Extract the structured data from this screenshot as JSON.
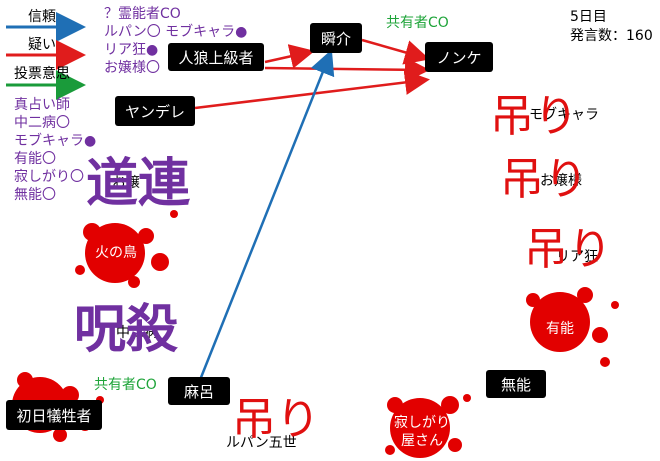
{
  "legend": {
    "trust": "信頼",
    "doubt": "疑い",
    "vote_intent": "投票意思",
    "colors": {
      "trust": "#1f6fb5",
      "doubt": "#e01c1c",
      "vote": "#1a9b3a"
    }
  },
  "status": {
    "day": "5日目",
    "speech_count": "発言数：160"
  },
  "top_roles": {
    "items": [
      "？霊能者CO",
      "ルパン〇 モブキャラ●",
      "リア狂●",
      "お嬢様〇"
    ]
  },
  "left_roles": {
    "items": [
      "真占い師",
      "中二病〇",
      "モブキャラ●",
      "有能〇",
      "寂しがり〇",
      "無能〇"
    ]
  },
  "nodes": {
    "jinro": "人狼上級者",
    "yandere": "ヤンデレ",
    "shunsuke": "瞬介",
    "nonke": "ノンケ",
    "asaro": "麻呂",
    "muno": "無能",
    "shonichi": "初日犠牲者",
    "hinotori": "火の鳥",
    "yuno": "有能",
    "sabishigari": "寂しがり\n屋さん"
  },
  "co_labels": {
    "kyoyu_top": "共有者CO",
    "kyoyu_bottom": "共有者CO"
  },
  "dead_labels": {
    "modebu": "モブキャラ",
    "ojosama_left": "お嬢",
    "ojosama_right": "お嬢様",
    "riakyo": "リア狂",
    "chuni": "中二病",
    "lupin": "ルパン五世"
  },
  "overlays": {
    "hang": "吊り",
    "michizure": "道連",
    "jusatsu": "呪殺"
  }
}
